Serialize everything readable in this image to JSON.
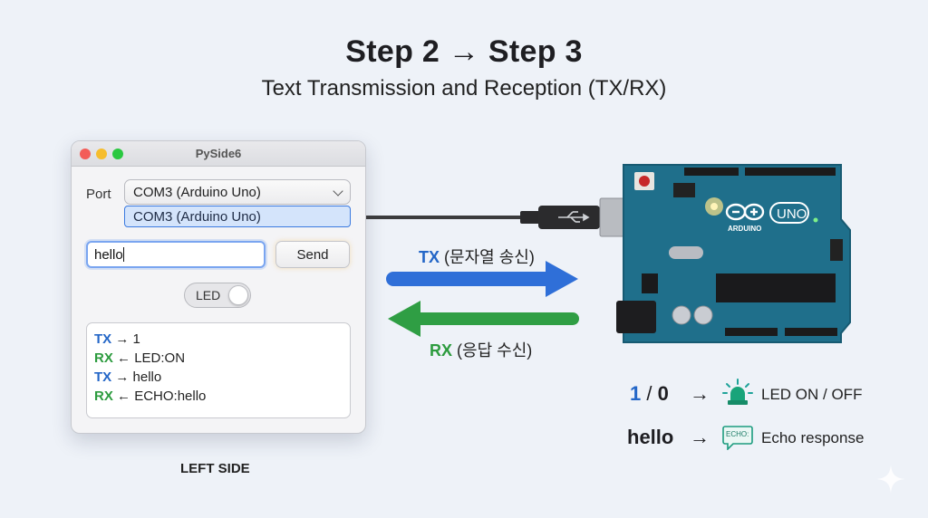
{
  "header": {
    "title": "Step 2 → Step 3",
    "subtitle": "Text Transmission and Reception (TX/RX)"
  },
  "window": {
    "title": "PySide6",
    "port_label": "Port",
    "port_selected": "COM3 (Arduino Uno)",
    "port_option": "COM3 (Arduino Uno)",
    "input_value": "hello",
    "send_label": "Send",
    "led_label": "LED",
    "led_on": false,
    "log": [
      {
        "dir": "TX",
        "arrow": "→",
        "text": "1"
      },
      {
        "dir": "RX",
        "arrow": "←",
        "text": "LED:ON"
      },
      {
        "dir": "TX",
        "arrow": "→",
        "text": "hello"
      },
      {
        "dir": "RX",
        "arrow": "←",
        "text": "ECHO:hello"
      }
    ]
  },
  "left_side_label": "LEFT SIDE",
  "arrows": {
    "tx_tag": "TX",
    "tx_text": "(문자열 송신)",
    "rx_tag": "RX",
    "rx_text": "(응답 수신)",
    "tx_color": "#2f6fd8",
    "rx_color": "#2f9e44"
  },
  "board": {
    "brand": "ARDUINO",
    "model": "UNO",
    "color": "#1f6f8b"
  },
  "legend": {
    "row1_a": "1",
    "row1_sep": " / ",
    "row1_b": "0",
    "row1_arrow": "→",
    "row1_icon": "led-siren-icon",
    "row1_text": "LED ON / OFF",
    "row2_a": "hello",
    "row2_arrow": "→",
    "row2_icon": "echo-bubble-icon",
    "row2_icon_text": "ECHO:",
    "row2_text": "Echo response"
  }
}
